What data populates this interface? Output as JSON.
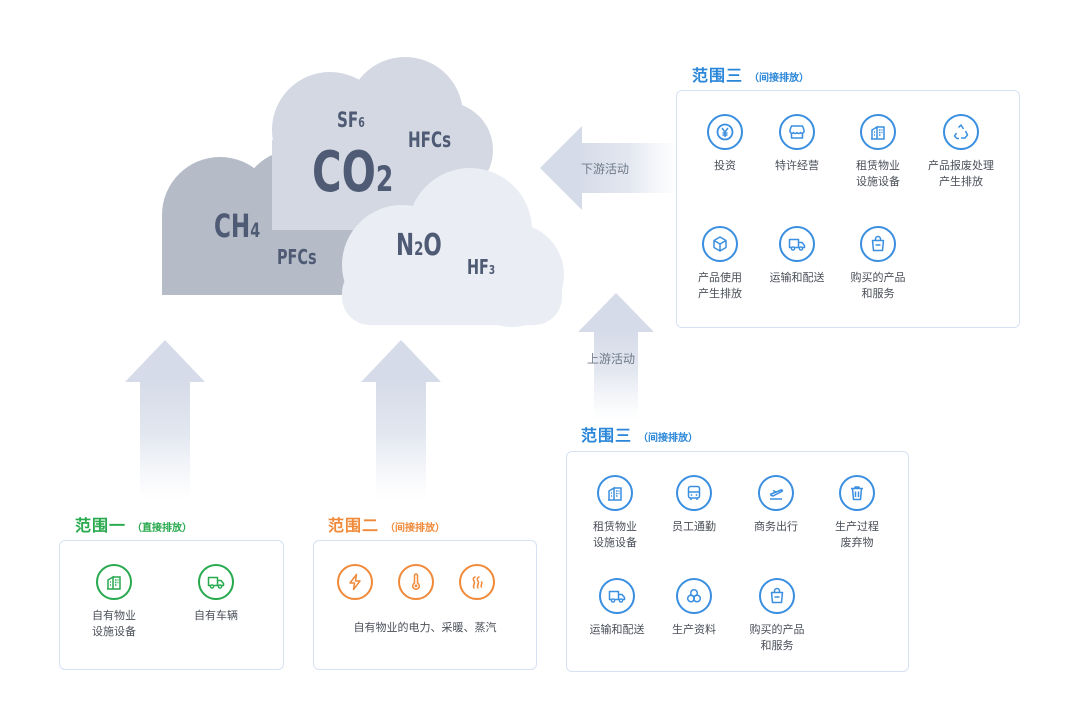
{
  "gases": {
    "co2": {
      "main": "CO",
      "sub": "2"
    },
    "sf6": {
      "main": "SF",
      "sub": "6"
    },
    "hfcs": "HFCs",
    "ch4": {
      "main": "CH",
      "sub": "4"
    },
    "pfcs": "PFCs",
    "n2o": {
      "pre": "N",
      "sub": "2",
      "post": "O"
    },
    "hf3": {
      "main": "HF",
      "sub": "3"
    }
  },
  "flows": {
    "downstream": "下游活动",
    "upstream": "上游活动"
  },
  "scope3_downstream": {
    "title": "范围三",
    "note": "（间接排放）",
    "items": [
      {
        "icon": "yen-icon",
        "label": "投资"
      },
      {
        "icon": "storefront-icon",
        "label": "特许经营"
      },
      {
        "icon": "building-icon",
        "label": "租赁物业\n设施设备"
      },
      {
        "icon": "recycle-icon",
        "label": "产品报废处理\n产生排放"
      },
      {
        "icon": "box-icon",
        "label": "产品使用\n产生排放"
      },
      {
        "icon": "truck-icon",
        "label": "运输和配送"
      },
      {
        "icon": "shopping-bag-icon",
        "label": "购买的产品\n和服务"
      }
    ]
  },
  "scope3_upstream": {
    "title": "范围三",
    "note": "（间接排放）",
    "items": [
      {
        "icon": "building-icon",
        "label": "租赁物业\n设施设备"
      },
      {
        "icon": "bus-icon",
        "label": "员工通勤"
      },
      {
        "icon": "plane-icon",
        "label": "商务出行"
      },
      {
        "icon": "trash-icon",
        "label": "生产过程\n废弃物"
      },
      {
        "icon": "truck-icon",
        "label": "运输和配送"
      },
      {
        "icon": "materials-icon",
        "label": "生产资料"
      },
      {
        "icon": "shopping-bag-icon",
        "label": "购买的产品\n和服务"
      }
    ]
  },
  "scope1": {
    "title": "范围一",
    "note": "（直接排放）",
    "items": [
      {
        "icon": "building-icon",
        "label": "自有物业\n设施设备"
      },
      {
        "icon": "truck-icon",
        "label": "自有车辆"
      }
    ]
  },
  "scope2": {
    "title": "范围二",
    "note": "（间接排放）",
    "icons": [
      "lightning-icon",
      "thermometer-icon",
      "steam-icon"
    ],
    "label": "自有物业的电力、采暖、蒸汽"
  },
  "colors": {
    "blue": "#3a8fe0",
    "green": "#27a94d",
    "orange": "#f08a3a",
    "gas_text": "#4f5b74"
  }
}
